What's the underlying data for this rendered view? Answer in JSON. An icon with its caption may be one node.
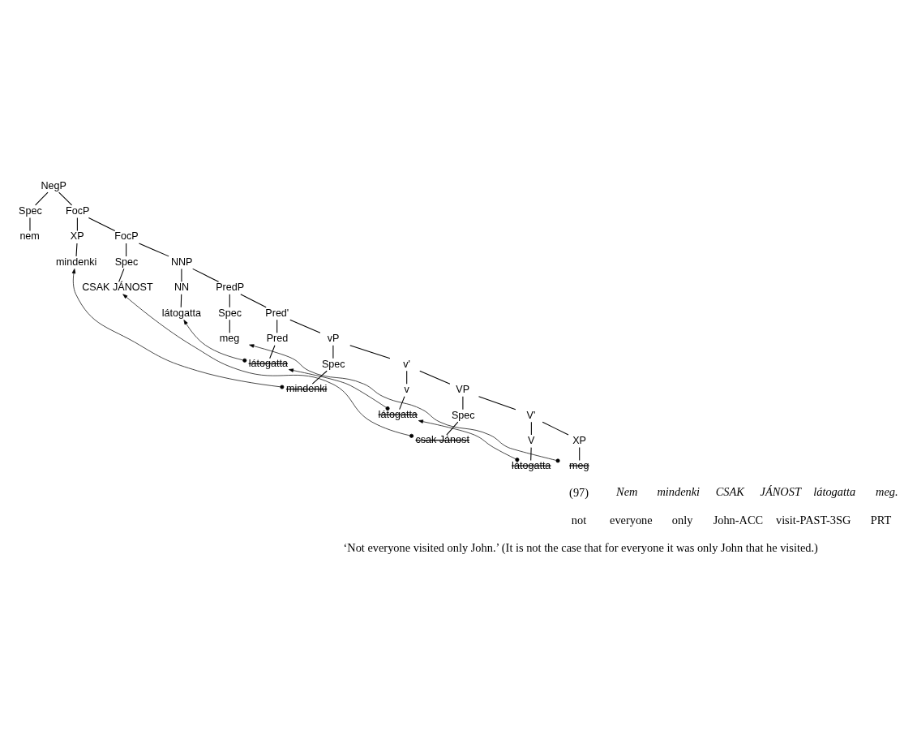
{
  "diagram": {
    "nodes": [
      {
        "text": [
          "NegP"
        ]
      },
      {
        "text": [
          "Spec"
        ]
      },
      {
        "text": [
          "FocP"
        ]
      },
      {
        "text": [
          "nem"
        ]
      },
      {
        "text": [
          "XP"
        ]
      },
      {
        "text": [
          "FocP"
        ]
      },
      {
        "text": [
          "mindenki"
        ]
      },
      {
        "text": [
          "Spec"
        ]
      },
      {
        "text": [
          "NNP"
        ]
      },
      {
        "text": [
          "CSAK JÁNOST"
        ]
      },
      {
        "text": [
          "NN"
        ]
      },
      {
        "text": [
          "PredP"
        ]
      },
      {
        "text": [
          "látogatta"
        ]
      },
      {
        "text": [
          "Spec"
        ]
      },
      {
        "text": [
          "Pred'"
        ]
      },
      {
        "text": [
          "meg"
        ]
      },
      {
        "text": [
          "Pred"
        ]
      },
      {
        "text": [
          "vP"
        ]
      },
      {
        "text": [
          "látogatta"
        ]
      },
      {
        "text": [
          "Spec"
        ]
      },
      {
        "text": [
          "v'"
        ]
      },
      {
        "text": [
          "mindenki"
        ]
      },
      {
        "text": [
          "v"
        ]
      },
      {
        "text": [
          "VP"
        ]
      },
      {
        "text": [
          "látogatta"
        ]
      },
      {
        "text": [
          "Spec"
        ]
      },
      {
        "text": [
          "V'"
        ]
      },
      {
        "text": [
          "csak Jánost"
        ]
      },
      {
        "text": [
          "V"
        ]
      },
      {
        "text": [
          "XP"
        ]
      },
      {
        "text": [
          "látogatta"
        ]
      },
      {
        "text": [
          "meg"
        ]
      }
    ],
    "edges": [
      {
        "from": 0,
        "to": 1,
        "arrow": "none"
      },
      {
        "from": 0,
        "to": 2,
        "arrow": "none"
      },
      {
        "from": 1,
        "to": 3,
        "arrow": "none"
      },
      {
        "from": 2,
        "to": 4,
        "arrow": "none"
      },
      {
        "from": 2,
        "to": 5,
        "arrow": "none"
      },
      {
        "from": 4,
        "to": 6,
        "arrow": "none"
      },
      {
        "from": 5,
        "to": 7,
        "arrow": "none"
      },
      {
        "from": 5,
        "to": 8,
        "arrow": "none"
      },
      {
        "from": 7,
        "to": 9,
        "arrow": "none"
      },
      {
        "from": 8,
        "to": 10,
        "arrow": "none"
      },
      {
        "from": 8,
        "to": 11,
        "arrow": "none"
      },
      {
        "from": 10,
        "to": 12,
        "arrow": "none"
      },
      {
        "from": 11,
        "to": 13,
        "arrow": "none"
      },
      {
        "from": 11,
        "to": 14,
        "arrow": "none"
      },
      {
        "from": 13,
        "to": 15,
        "arrow": "none"
      },
      {
        "from": 14,
        "to": 16,
        "arrow": "none"
      },
      {
        "from": 14,
        "to": 17,
        "arrow": "none"
      },
      {
        "from": 16,
        "to": 18,
        "arrow": "none"
      },
      {
        "from": 17,
        "to": 19,
        "arrow": "none"
      },
      {
        "from": 17,
        "to": 20,
        "arrow": "none"
      },
      {
        "from": 19,
        "to": 21,
        "arrow": "none"
      },
      {
        "from": 20,
        "to": 22,
        "arrow": "none"
      },
      {
        "from": 20,
        "to": 23,
        "arrow": "none"
      },
      {
        "from": 22,
        "to": 24,
        "arrow": "none"
      },
      {
        "from": 23,
        "to": 25,
        "arrow": "none"
      },
      {
        "from": 23,
        "to": 26,
        "arrow": "none"
      },
      {
        "from": 25,
        "to": 27,
        "arrow": "none"
      },
      {
        "from": 26,
        "to": 28,
        "arrow": "none"
      },
      {
        "from": 26,
        "to": 29,
        "arrow": "none"
      },
      {
        "from": 28,
        "to": 30,
        "arrow": "none"
      },
      {
        "from": 29,
        "to": 31,
        "arrow": "none"
      },
      {
        "from": 18,
        "to": 12,
        "arrow": "to"
      },
      {
        "from": 21,
        "to": 6,
        "arrow": "to"
      },
      {
        "from": 24,
        "to": 18,
        "arrow": "to"
      },
      {
        "from": 27,
        "to": 9,
        "arrow": "to"
      },
      {
        "from": 30,
        "to": 24,
        "arrow": "to"
      },
      {
        "from": 31,
        "to": 15,
        "arrow": "to"
      }
    ],
    "labels": [
      "(97)",
      "Nem",
      "mindenki",
      "CSAK",
      "JÁNOST",
      "látogatta",
      "meg.",
      "not",
      "everyone",
      "only",
      "John-ACC",
      "visit-PAST-3SG",
      "PRT",
      "‘Not everyone visited only John.’ (It is not the case that for everyone it was only John that he visited.)"
    ]
  }
}
